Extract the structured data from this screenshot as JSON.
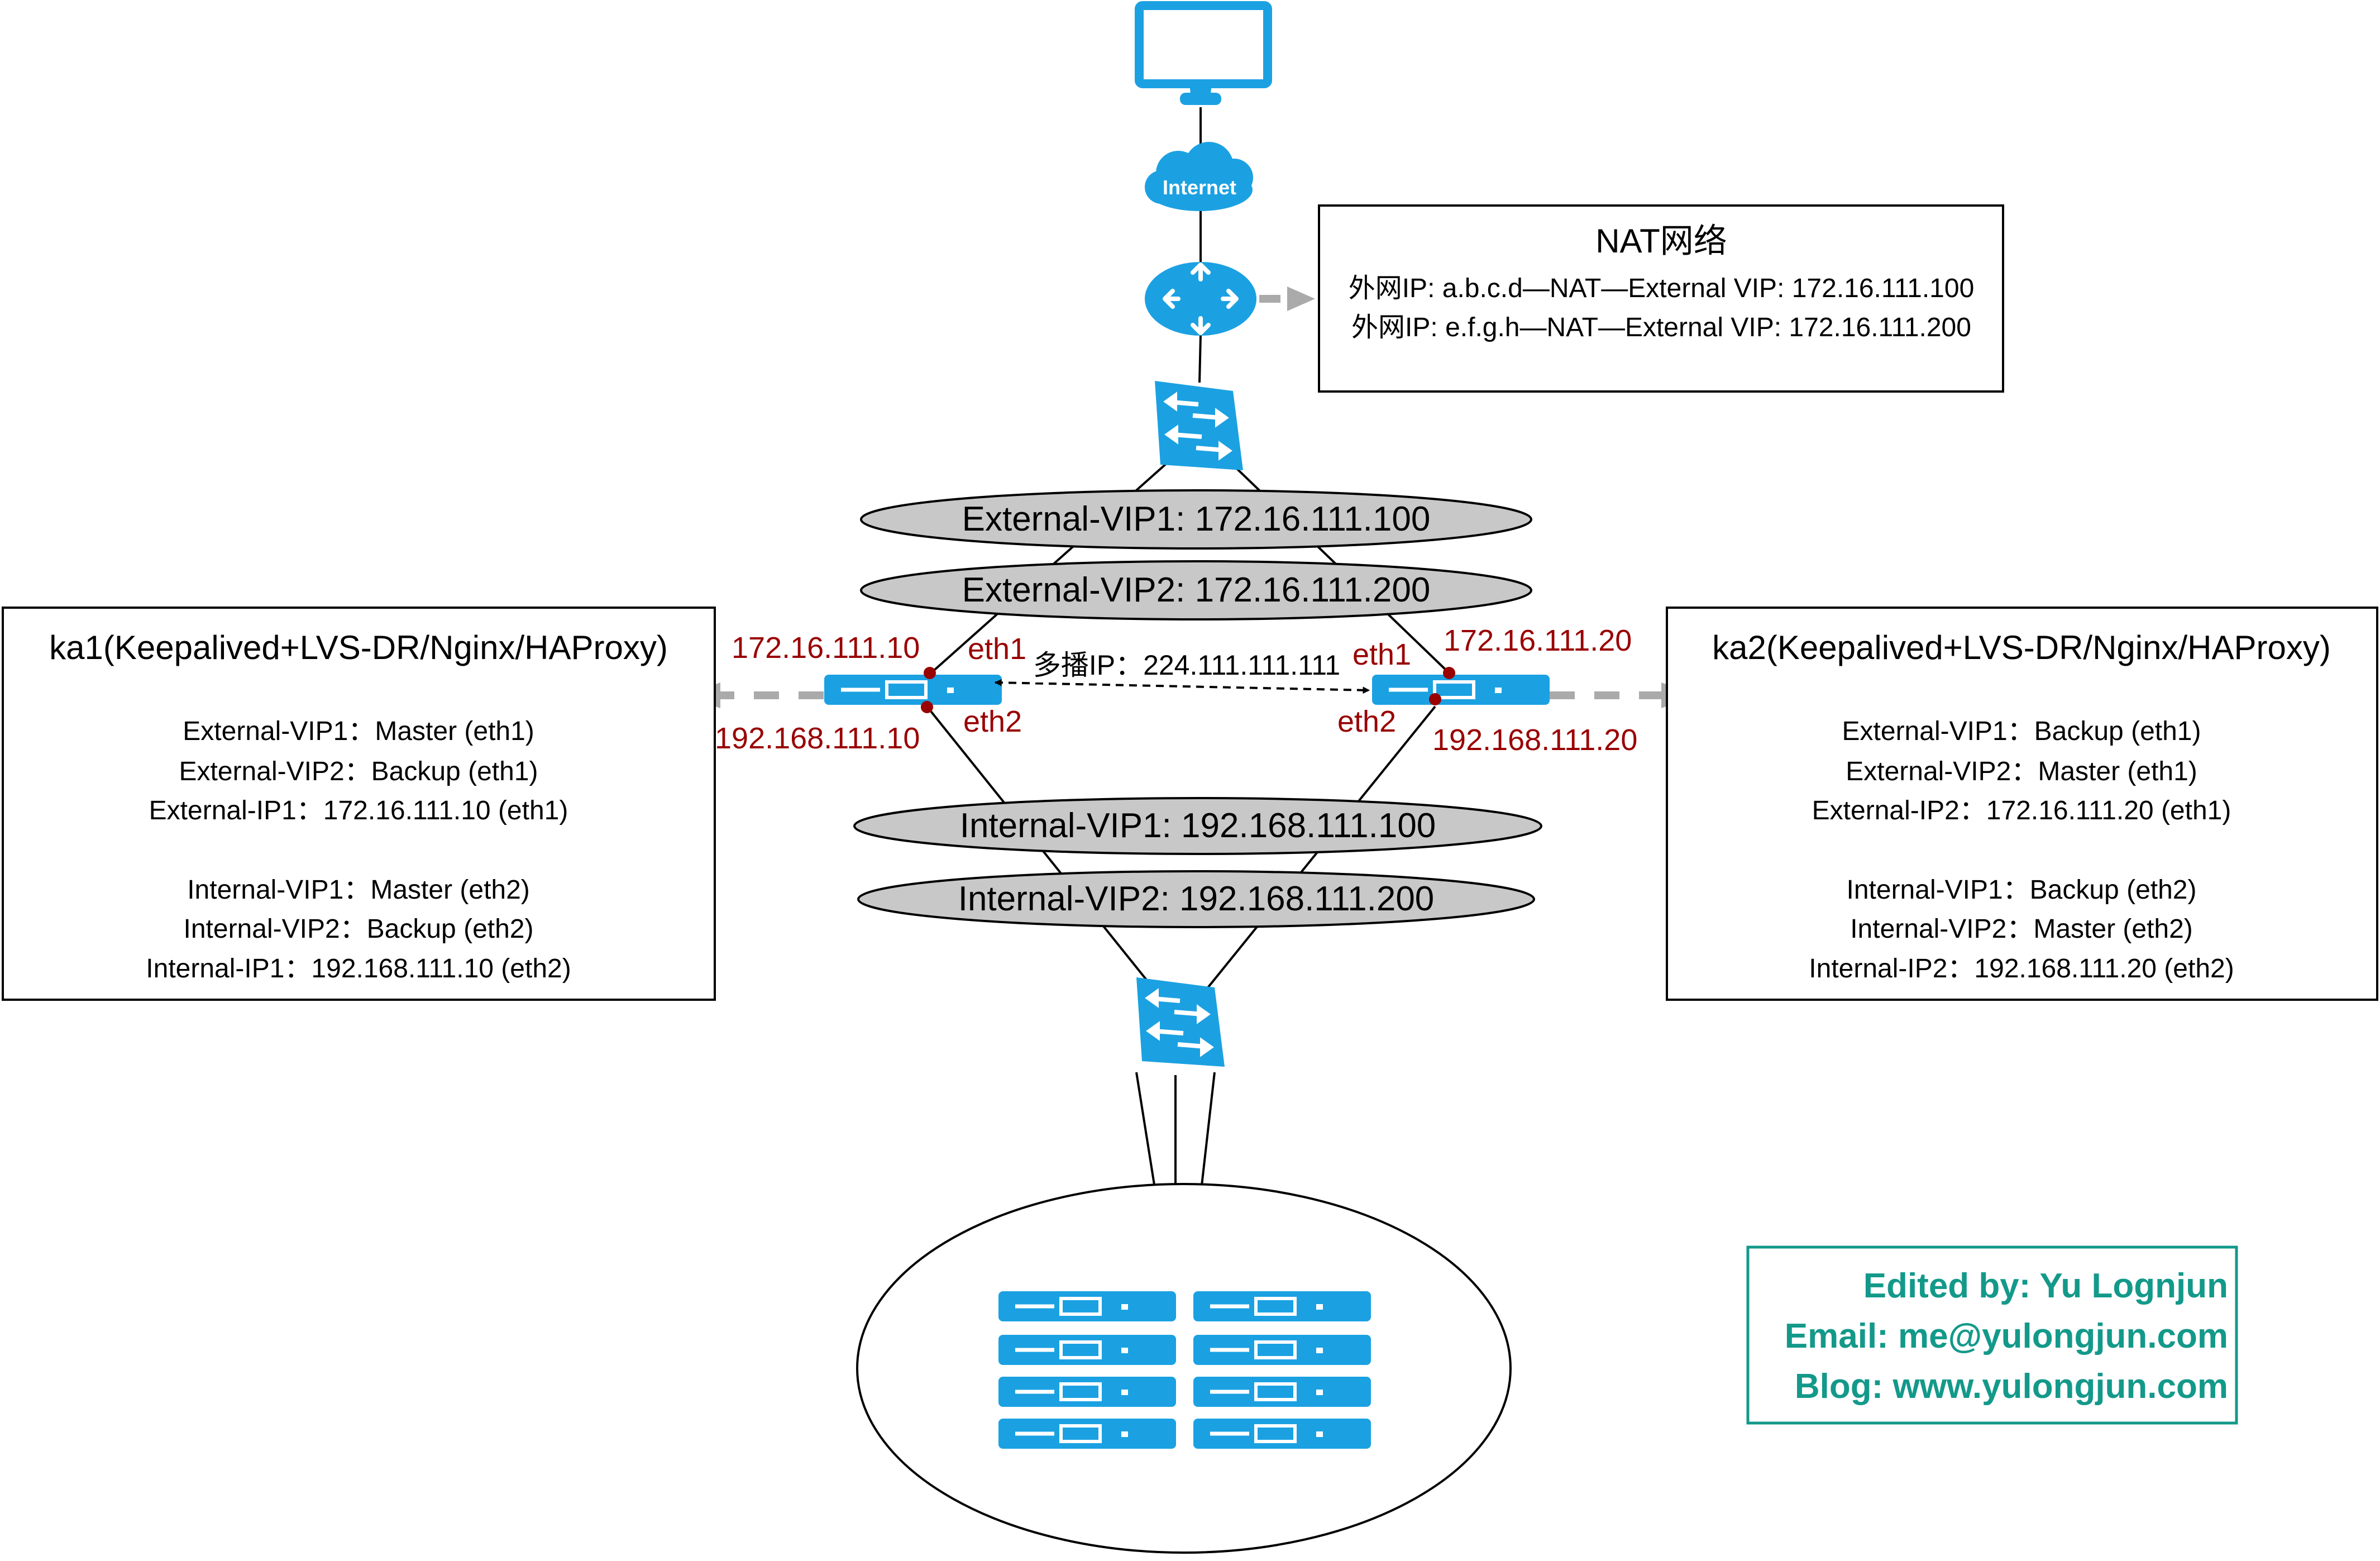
{
  "colors": {
    "device_blue": "#1BA1E2",
    "annotation_red": "#990000",
    "credit_teal": "#13998A",
    "vip_fill": "#C8C8C8",
    "arrow_gray": "#AAAAAA",
    "line": "#000000"
  },
  "icons": {
    "monitor": "monitor-icon",
    "internet": "cloud-icon",
    "router": "router-icon",
    "switch": "switch-icon",
    "server": "server-icon"
  },
  "internet_label": "Internet",
  "nat_box": {
    "title": "NAT网络",
    "lines": [
      "外网IP: a.b.c.d—NAT—External VIP: 172.16.111.100",
      "外网IP: e.f.g.h—NAT—External VIP: 172.16.111.200"
    ]
  },
  "vips": {
    "external_1": "External-VIP1: 172.16.111.100",
    "external_2": "External-VIP2: 172.16.111.200",
    "internal_1": "Internal-VIP1: 192.168.111.100",
    "internal_2": "Internal-VIP2: 192.168.111.200"
  },
  "ka1": {
    "title": "ka1(Keepalived+LVS-DR/Nginx/HAProxy)",
    "lines": [
      "External-VIP1：Master (eth1)",
      "External-VIP2：Backup (eth1)",
      "External-IP1：172.16.111.10 (eth1)",
      "Internal-VIP1：Master (eth2)",
      "Internal-VIP2：Backup (eth2)",
      "Internal-IP1：192.168.111.10 (eth2)"
    ],
    "ext_ip": "172.16.111.10",
    "int_ip": "192.168.111.10",
    "eth1": "eth1",
    "eth2": "eth2"
  },
  "ka2": {
    "title": "ka2(Keepalived+LVS-DR/Nginx/HAProxy)",
    "lines": [
      "External-VIP1：Backup (eth1)",
      "External-VIP2：Master (eth1)",
      "External-IP2：172.16.111.20 (eth1)",
      "Internal-VIP1：Backup (eth2)",
      "Internal-VIP2：Master (eth2)",
      "Internal-IP2：192.168.111.20 (eth2)"
    ],
    "ext_ip": "172.16.111.20",
    "int_ip": "192.168.111.20",
    "eth1": "eth1",
    "eth2": "eth2"
  },
  "multicast_label": "多播IP：224.111.111.111",
  "credits": [
    "Edited by: Yu Lognjun",
    "Email: me@yulongjun.com",
    "Blog: www.yulongjun.com"
  ]
}
